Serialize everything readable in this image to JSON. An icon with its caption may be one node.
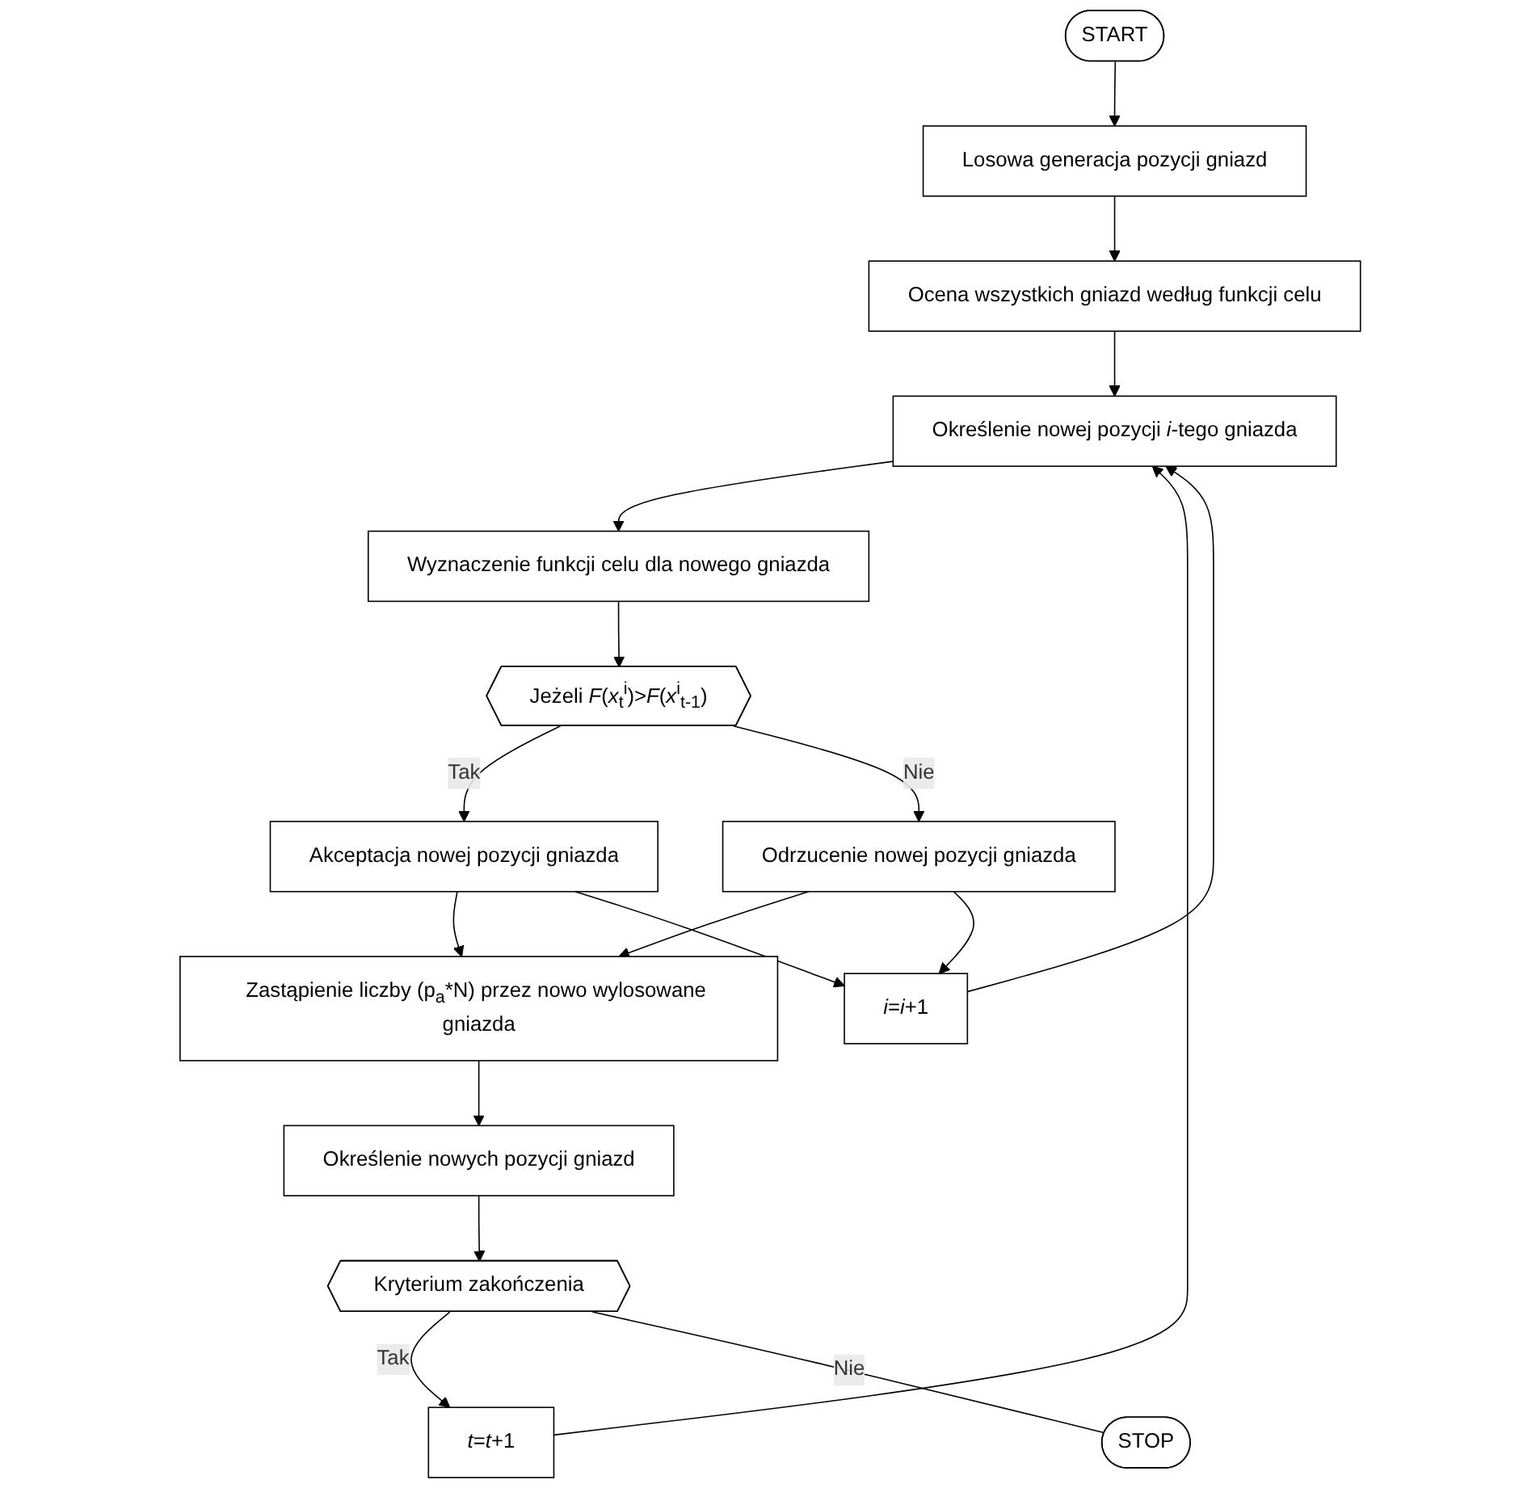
{
  "diagram": {
    "nodes": [
      {
        "text": [
          "START"
        ]
      },
      {
        "text": [
          "Losowa generacja pozycji gniazd"
        ]
      },
      {
        "text": [
          "Ocena wszystkich gniazd według funkcji celu"
        ]
      },
      {
        "text": [
          "Określenie nowej pozycji *i*-tego gniazda"
        ]
      },
      {
        "text": [
          "Wyznaczenie funkcji celu dla nowego gniazda"
        ]
      },
      {
        "text": [
          "Jeżeli *F*(*x*$_{t}$$^{i}$)>*F*(*x*$^{i}$$_{t-1}$)"
        ]
      },
      {
        "text": [
          "*i*=*i*+1"
        ]
      },
      {
        "text": [
          "*t*=*t*+1"
        ]
      },
      {
        "text": [
          "Akceptacja nowej pozycji gniazda"
        ]
      },
      {
        "text": [
          "Odrzucenie nowej pozycji gniazda"
        ]
      },
      {
        "text": [
          "Zastąpienie liczby (p$_{a}$*N) przez nowo wylosowane gniazda"
        ]
      },
      {
        "text": [
          "Określenie nowych pozycji gniazd"
        ]
      },
      {
        "text": [
          "Kryterium zakończenia"
        ]
      },
      {
        "text": [
          "STOP"
        ]
      }
    ],
    "edges": [
      {
        "from": 0,
        "to": 1,
        "arrow": "to"
      },
      {
        "from": 1,
        "to": 2,
        "arrow": "to"
      },
      {
        "from": 2,
        "to": 3,
        "arrow": "to"
      },
      {
        "from": 3,
        "to": 4,
        "arrow": "to"
      },
      {
        "from": 4,
        "to": 5,
        "arrow": "to"
      },
      {
        "from": 5,
        "to": 8,
        "label": "Tak",
        "arrow": "to"
      },
      {
        "from": 5,
        "to": 9,
        "label": "Nie",
        "arrow": "to"
      },
      {
        "from": 8,
        "to": 10,
        "arrow": "to"
      },
      {
        "from": 9,
        "to": 10,
        "arrow": "to"
      },
      {
        "from": 8,
        "to": 6,
        "arrow": "to"
      },
      {
        "from": 9,
        "to": 6,
        "arrow": "to"
      },
      {
        "from": 6,
        "to": 3,
        "arrow": "to"
      },
      {
        "from": 10,
        "to": 11,
        "arrow": "to"
      },
      {
        "from": 11,
        "to": 12,
        "arrow": "to"
      },
      {
        "from": 12,
        "to": 7,
        "label": "Tak",
        "arrow": "to"
      },
      {
        "from": 7,
        "to": 3,
        "arrow": "to"
      },
      {
        "from": 12,
        "to": 13,
        "label": "Nie",
        "arrow": "none"
      }
    ]
  }
}
